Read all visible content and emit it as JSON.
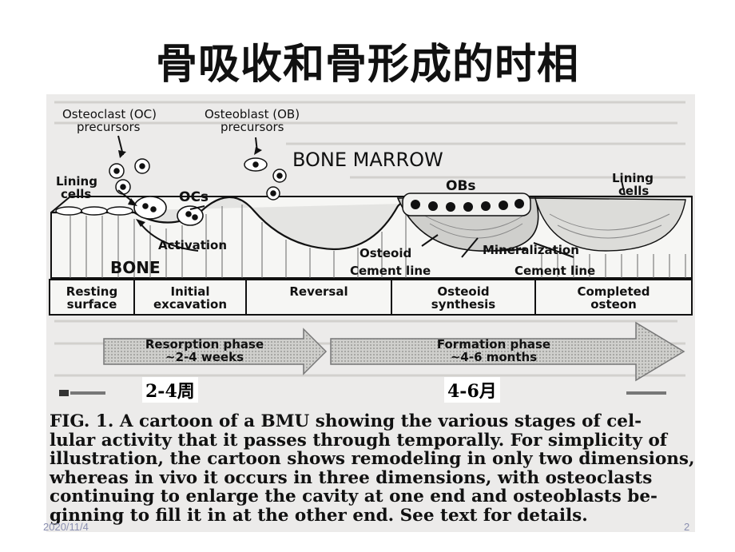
{
  "slide": {
    "title": "骨吸收和骨形成的时相",
    "footer_date": "2020/11/4",
    "page_number": "2"
  },
  "figure": {
    "labels": {
      "oc_precursors_line1": "Osteoclast (OC)",
      "oc_precursors_line2": "precursors",
      "ob_precursors_line1": "Osteoblast (OB)",
      "ob_precursors_line2": "precursors",
      "bone_marrow": "BONE MARROW",
      "lining_cells_left_1": "Lining",
      "lining_cells_left_2": "cells",
      "lining_cells_right_1": "Lining",
      "lining_cells_right_2": "cells",
      "ocs": "OCs",
      "obs": "OBs",
      "activation": "Activation",
      "bone": "BONE",
      "osteoid": "Osteoid",
      "mineralization": "Mineralization",
      "cement_line_1": "Cement line",
      "cement_line_2": "Cement line"
    },
    "stages": [
      {
        "line1": "Resting",
        "line2": "surface"
      },
      {
        "line1": "Initial",
        "line2": "excavation"
      },
      {
        "line1": "Reversal",
        "line2": ""
      },
      {
        "line1": "Osteoid",
        "line2": "synthesis"
      },
      {
        "line1": "Completed",
        "line2": "osteon"
      }
    ],
    "phases": {
      "resorption_line1": "Resorption phase",
      "resorption_line2": "~2-4 weeks",
      "formation_line1": "Formation phase",
      "formation_line2": "~4-6 months"
    },
    "overlay": {
      "resorption_cn": "2-4周",
      "formation_cn": "4-6月"
    },
    "caption_lines": [
      "FIG. 1.  A cartoon of a BMU showing the various stages of cel-",
      "lular activity that it passes through temporally. For simplicity of",
      "illustration, the cartoon shows remodeling in only two dimensions,",
      "whereas in vivo it occurs in three dimensions, with osteoclasts",
      "continuing to enlarge the cavity at one end and osteoblasts be-",
      "ginning to fill it in at the other end. See text for details."
    ]
  }
}
